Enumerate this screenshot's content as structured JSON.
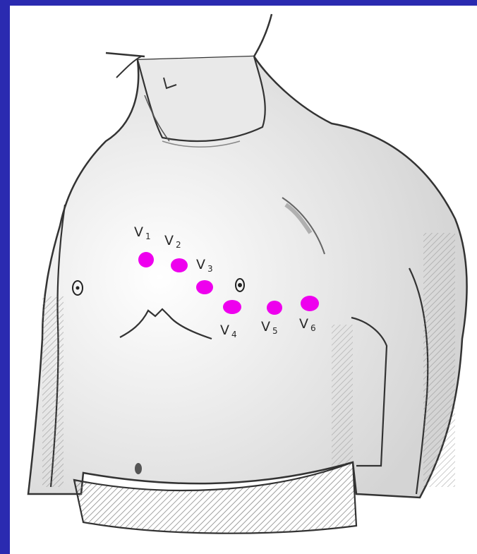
{
  "leads": [
    {
      "id": "v1",
      "label": "V",
      "sub": "1",
      "color": "#ee00ee"
    },
    {
      "id": "v2",
      "label": "V",
      "sub": "2",
      "color": "#ee00ee"
    },
    {
      "id": "v3",
      "label": "V",
      "sub": "3",
      "color": "#ee00ee"
    },
    {
      "id": "v4",
      "label": "V",
      "sub": "4",
      "color": "#ee00ee"
    },
    {
      "id": "v5",
      "label": "V",
      "sub": "5",
      "color": "#ee00ee"
    },
    {
      "id": "v6",
      "label": "V",
      "sub": "6",
      "color": "#ee00ee"
    }
  ],
  "colors": {
    "background": "#2a2ab0",
    "panel": "#ffffff",
    "electrode": "#ee00ee",
    "ink": "#2a2a2a"
  }
}
